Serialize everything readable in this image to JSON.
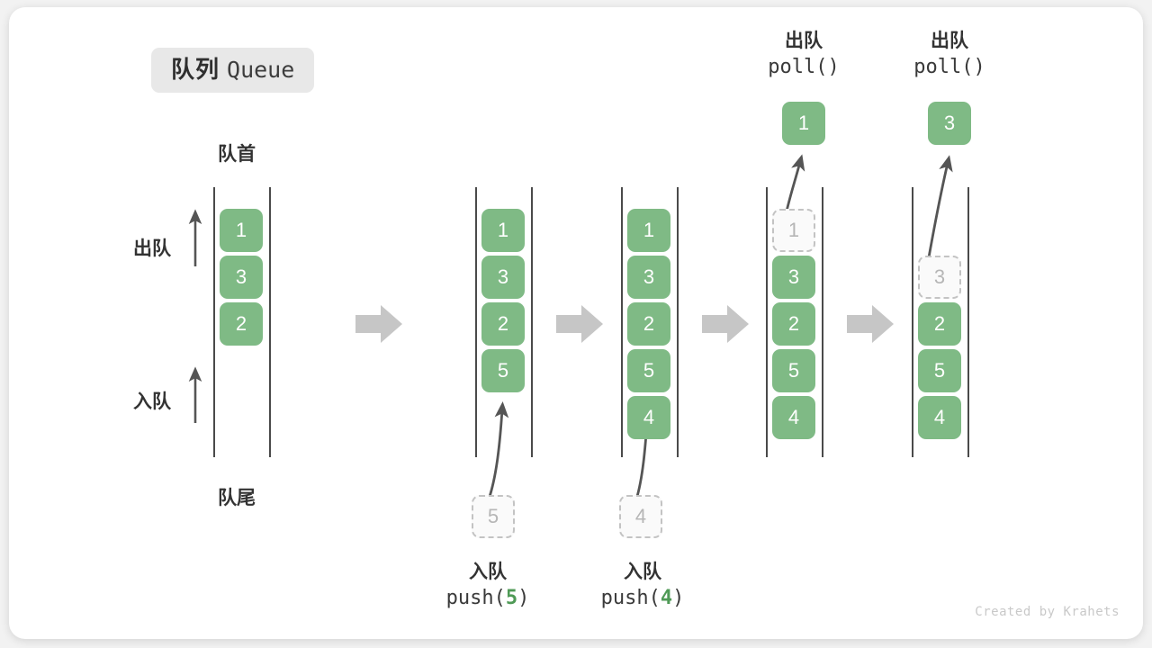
{
  "title": {
    "cn": "队列",
    "en": "Queue"
  },
  "labels": {
    "head": "队首",
    "tail": "队尾",
    "dequeue": "出队",
    "enqueue": "入队"
  },
  "watermark": "Created by Krahets",
  "colors": {
    "box_fill": "#7fba85",
    "box_text": "#ffffff",
    "ghost_border": "#c3c3c3",
    "ghost_text": "#b6b6b6",
    "rail": "#4a4a4a",
    "step_arrow": "#c6c6c6",
    "accent_num": "#4f9a56",
    "badge_bg": "#e8e8e8",
    "card_bg": "#ffffff",
    "page_bg": "#f2f2f2"
  },
  "panels": [
    {
      "id": "panel-initial",
      "items": [
        {
          "value": "1",
          "state": "filled"
        },
        {
          "value": "3",
          "state": "filled"
        },
        {
          "value": "2",
          "state": "filled"
        }
      ],
      "incoming": null,
      "outgoing": null,
      "bottom_label": null,
      "top_label": null
    },
    {
      "id": "panel-push-5",
      "items": [
        {
          "value": "1",
          "state": "filled"
        },
        {
          "value": "3",
          "state": "filled"
        },
        {
          "value": "2",
          "state": "filled"
        },
        {
          "value": "5",
          "state": "filled"
        }
      ],
      "incoming": {
        "value": "5",
        "state": "ghost"
      },
      "outgoing": null,
      "bottom_label": {
        "cn": "入队",
        "op": "push(",
        "num": "5",
        "close": ")"
      },
      "top_label": null
    },
    {
      "id": "panel-push-4",
      "items": [
        {
          "value": "1",
          "state": "filled"
        },
        {
          "value": "3",
          "state": "filled"
        },
        {
          "value": "2",
          "state": "filled"
        },
        {
          "value": "5",
          "state": "filled"
        },
        {
          "value": "4",
          "state": "filled"
        }
      ],
      "incoming": {
        "value": "4",
        "state": "ghost"
      },
      "outgoing": null,
      "bottom_label": {
        "cn": "入队",
        "op": "push(",
        "num": "4",
        "close": ")"
      },
      "top_label": null
    },
    {
      "id": "panel-poll-1",
      "items": [
        {
          "value": "1",
          "state": "ghost"
        },
        {
          "value": "3",
          "state": "filled"
        },
        {
          "value": "2",
          "state": "filled"
        },
        {
          "value": "5",
          "state": "filled"
        },
        {
          "value": "4",
          "state": "filled"
        }
      ],
      "incoming": null,
      "outgoing": {
        "value": "1",
        "state": "filled"
      },
      "bottom_label": null,
      "top_label": {
        "cn": "出队",
        "op": "poll(",
        "num": "",
        "close": ")"
      }
    },
    {
      "id": "panel-poll-3",
      "items": [
        {
          "value": "",
          "state": "empty"
        },
        {
          "value": "3",
          "state": "ghost"
        },
        {
          "value": "2",
          "state": "filled"
        },
        {
          "value": "5",
          "state": "filled"
        },
        {
          "value": "4",
          "state": "filled"
        }
      ],
      "incoming": null,
      "outgoing": {
        "value": "3",
        "state": "filled"
      },
      "bottom_label": null,
      "top_label": {
        "cn": "出队",
        "op": "poll(",
        "num": "",
        "close": ")"
      }
    }
  ]
}
